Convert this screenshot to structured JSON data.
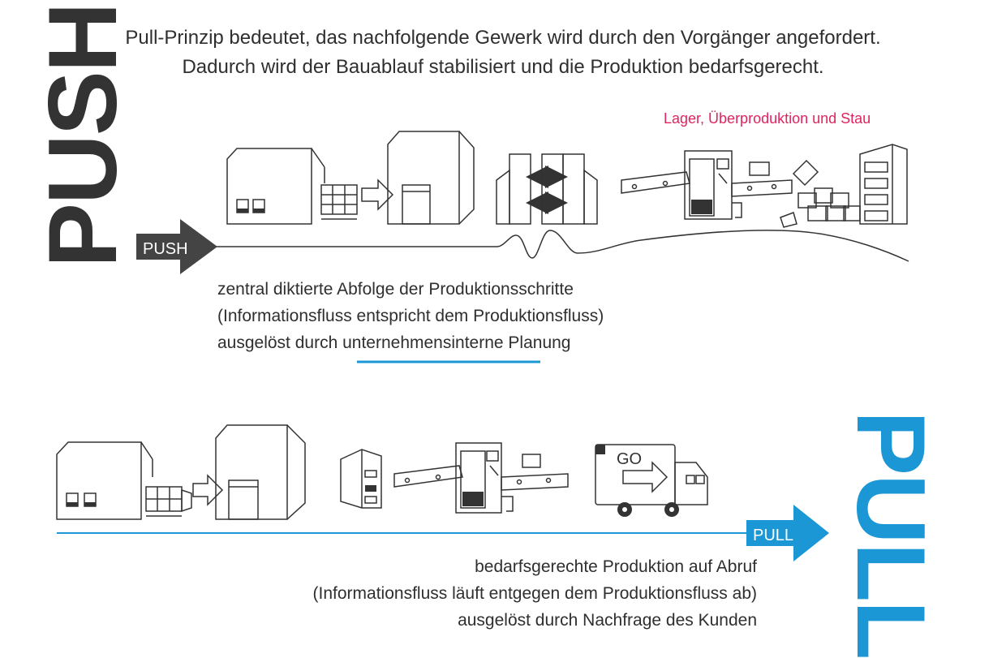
{
  "intro": {
    "line1": "Pull-Prinzip bedeutet, das nachfolgende Gewerk wird durch den Vorgänger angefordert.",
    "line2": "Dadurch wird der Bauablauf stabilisiert und die Produktion bedarfsgerecht."
  },
  "push": {
    "big_label": "PUSH",
    "arrow_label": "PUSH",
    "warning": "Lager, Überproduktion und Stau",
    "desc_line1": "zentral diktierte Abfolge der Produktionsschritte",
    "desc_line2": "(Informationsfluss entspricht dem Produktionsfluss)",
    "desc_line3_pre": "ausgelöst durch ",
    "desc_line3_em": "unternehmensinterne",
    "desc_line3_post": " Planung"
  },
  "pull": {
    "big_label": "PULL",
    "arrow_label": "PULL",
    "truck_label": "GO",
    "desc_line1": "bedarfsgerechte Produktion auf Abruf",
    "desc_line2": "(Informationsfluss läuft entgegen dem Produktionsfluss ab)",
    "desc_line3": "ausgelöst durch Nachfrage des Kunden"
  },
  "colors": {
    "pull_blue": "#1a97d4",
    "warning_red": "#e0245e",
    "dark": "#333333"
  }
}
